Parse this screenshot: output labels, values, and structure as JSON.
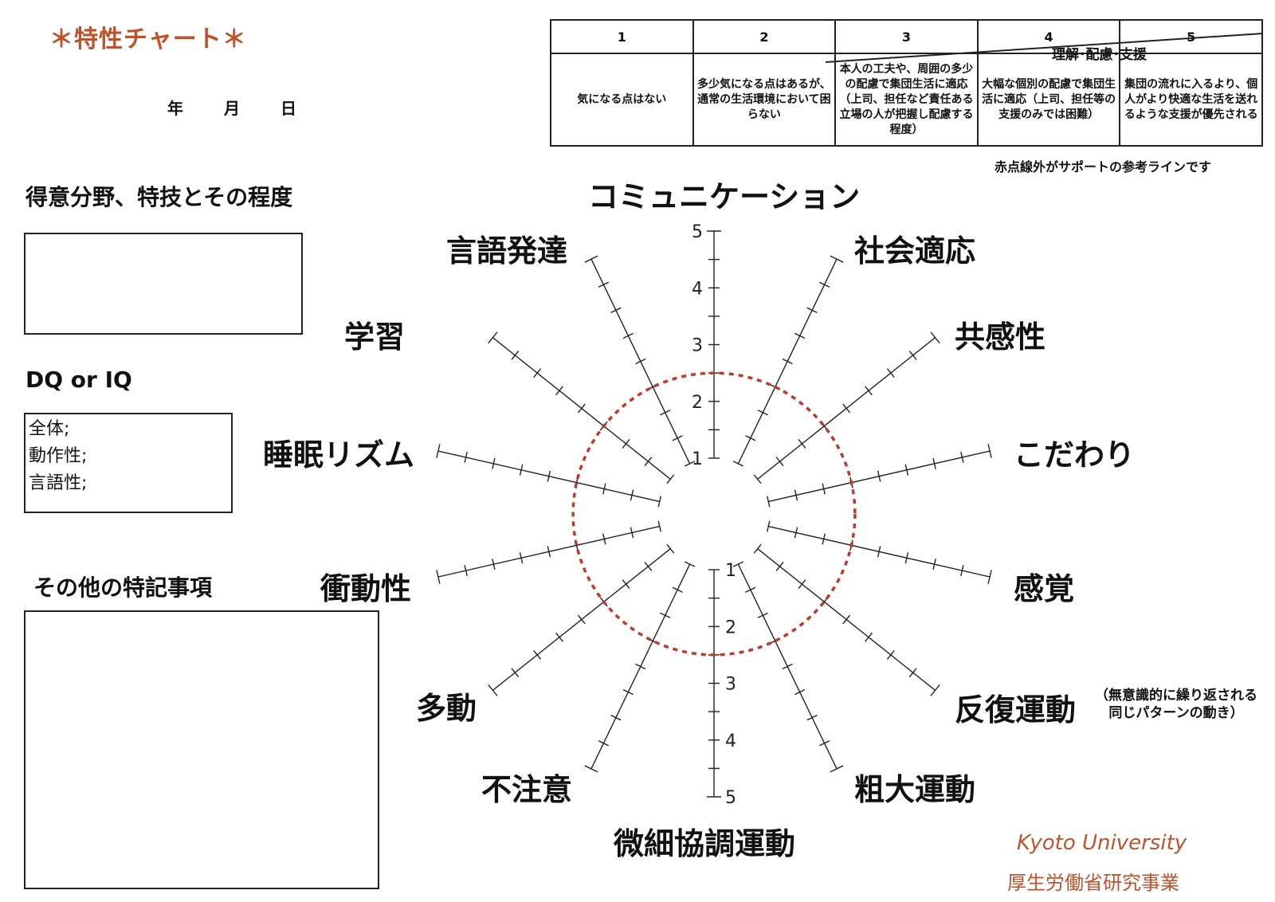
{
  "header": {
    "title": "＊特性チャート＊",
    "date_labels": [
      "年",
      "月",
      "日"
    ]
  },
  "left_panel": {
    "strengths_label": "得意分野、特技とその程度",
    "iq_label": "DQ or IQ",
    "iq_lines": [
      "全体;",
      "動作性;",
      "言語性;"
    ],
    "notes_label": "その他の特記事項"
  },
  "scale_table": {
    "levels": [
      "1",
      "2",
      "3",
      "4",
      "5"
    ],
    "support_label": "理解･配慮･支援",
    "descriptions": [
      "気になる点はない",
      "多少気になる点はあるが、通常の生活環境において困らない",
      "本人の工夫や、周囲の多少の配慮で集団生活に適応（上司、担任など責任ある立場の人が把握し配慮する程度）",
      "大幅な個別の配慮で集団生活に適応（上司、担任等の支援のみでは困難）",
      "集団の流れに入るより、個人がより快適な生活を送れるような支援が優先される"
    ]
  },
  "reference_note": "赤点線外がサポートの参考ラインです",
  "chart_data": {
    "type": "radar",
    "axes": [
      "コミュニケーション",
      "社会適応",
      "共感性",
      "こだわり",
      "感覚",
      "反復運動",
      "粗大運動",
      "微細協調運動",
      "不注意",
      "多動",
      "衝動性",
      "睡眠リズム",
      "学習",
      "言語発達"
    ],
    "axis_sublabels": {
      "反復運動": [
        "（無意識的に繰り返される",
        "同じパターンの動き）"
      ]
    },
    "scale_min": 1,
    "scale_max": 5,
    "tick_labels": [
      "1",
      "2",
      "3",
      "4",
      "5"
    ],
    "reference_level": 2.5,
    "reference_color": "#c0392b",
    "reference_style": "dotted"
  },
  "footer": {
    "university": "Kyoto University",
    "ministry": "厚生労働省研究事業"
  },
  "colors": {
    "accent": "#c0522b",
    "line": "#222222"
  }
}
